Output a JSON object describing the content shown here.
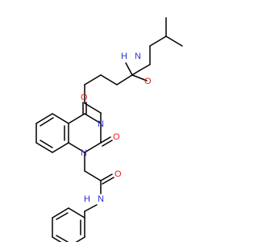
{
  "structure": {
    "atoms": {
      "n_top": "N",
      "h_top": "H",
      "o_chain": "O",
      "o_ring_top": "O",
      "n_ring_3": "N",
      "o_ring_2": "O",
      "n_ring_1": "N",
      "o_linker": "O",
      "n_bottom": "N",
      "h_bottom": "H"
    },
    "colors": {
      "bond": "#000000",
      "nitrogen": "#2a2ad6",
      "oxygen": "#e61e1e",
      "hydrogen": "#2a2ad6",
      "background": "#ffffff"
    }
  }
}
